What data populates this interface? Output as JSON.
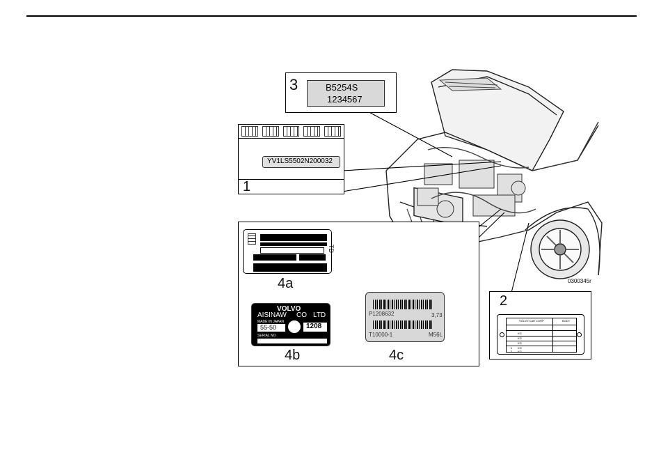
{
  "labels": {
    "engine_code": "B5254S",
    "engine_serial": "1234567",
    "vin": "YV1LS5502N200032",
    "ref": "0300345r",
    "callout_1": "1",
    "callout_2": "2",
    "callout_3": "3",
    "callout_4a": "4a",
    "callout_4b": "4b",
    "callout_4c": "4c",
    "td": "TD"
  },
  "plate_4b": {
    "brand": "VOLVO",
    "maker_a": "AISINAW",
    "maker_b": "CO",
    "maker_c": "LTD",
    "made_in": "MADE IN JAPAN",
    "model": "55-50",
    "code": "1208",
    "serial_label": "SERIAL NO"
  },
  "plate_4c": {
    "part_no": "P1208632",
    "ratio": "3,73",
    "serial": "T10000-1",
    "type": "M56L"
  },
  "plate_2": {
    "header_left": "VOLVO CAR CORP",
    "header_right": "BODY",
    "rows": [
      "KG",
      "KG",
      "KG",
      "KG",
      "KG"
    ],
    "row_prefix": [
      "",
      "",
      "",
      "1",
      "2"
    ]
  }
}
